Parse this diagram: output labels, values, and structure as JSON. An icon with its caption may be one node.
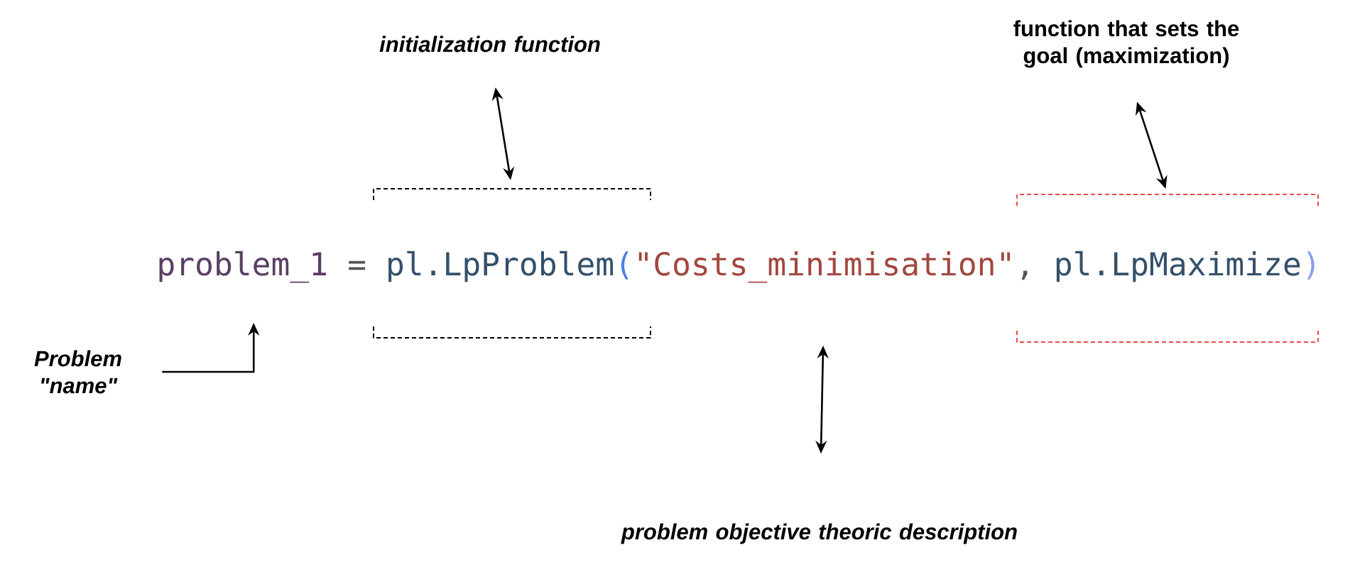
{
  "diagram": {
    "nodes": [
      {
        "text": [
          "initialization function"
        ]
      },
      {
        "text": [
          "function that sets the goal (maximization)"
        ]
      },
      {
        "text": [
          "Problem \"name\""
        ]
      },
      {
        "text": [
          "problem_1"
        ]
      },
      {
        "text": [
          "pl.LpProblem",
          "("
        ]
      },
      {
        "text": [
          "\"Costs_minimisation\""
        ]
      },
      {
        "text": [
          "pl.LpMaximize",
          ")"
        ]
      },
      {
        "text": [
          "problem objective theoric description"
        ]
      }
    ],
    "edges": [
      {
        "from": 0,
        "to": 4,
        "arrow": "both"
      },
      {
        "from": 1,
        "to": 6,
        "arrow": "both"
      },
      {
        "from": 2,
        "to": 3,
        "arrow": "to"
      },
      {
        "from": 5,
        "to": 7,
        "arrow": "both"
      }
    ],
    "labels": [
      "=",
      ","
    ]
  }
}
